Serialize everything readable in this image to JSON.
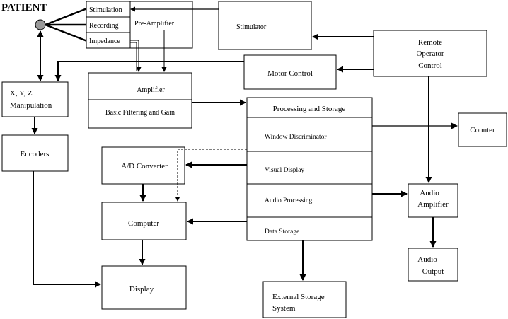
{
  "diagram": {
    "patient_label": "PATIENT",
    "preamp": {
      "title": "Pre-Amplifier",
      "stimulation": "Stimulation",
      "recording": "Recording",
      "impedance": "Impedance"
    },
    "stimulator": "Stimulator",
    "remote": {
      "line1": "Remote",
      "line2": "Operator",
      "line3": "Control"
    },
    "motor_control": "Motor Control",
    "xyz": {
      "line1": "X, Y, Z",
      "line2": "Manipulation"
    },
    "amplifier": {
      "title": "Amplifier",
      "subtitle": "Basic Filtering and Gain"
    },
    "processing": {
      "title": "Processing and Storage",
      "window": "Window Discriminator",
      "visual": "Visual Display",
      "audio": "Audio Processing",
      "storage": "Data Storage"
    },
    "counter": "Counter",
    "encoders": "Encoders",
    "adc": "A/D Converter",
    "computer": "Computer",
    "display": "Display",
    "audio_amp": {
      "line1": "Audio",
      "line2": "Amplifier"
    },
    "audio_out": {
      "line1": "Audio",
      "line2": "Output"
    },
    "external": {
      "line1": "External Storage",
      "line2": "System"
    }
  }
}
